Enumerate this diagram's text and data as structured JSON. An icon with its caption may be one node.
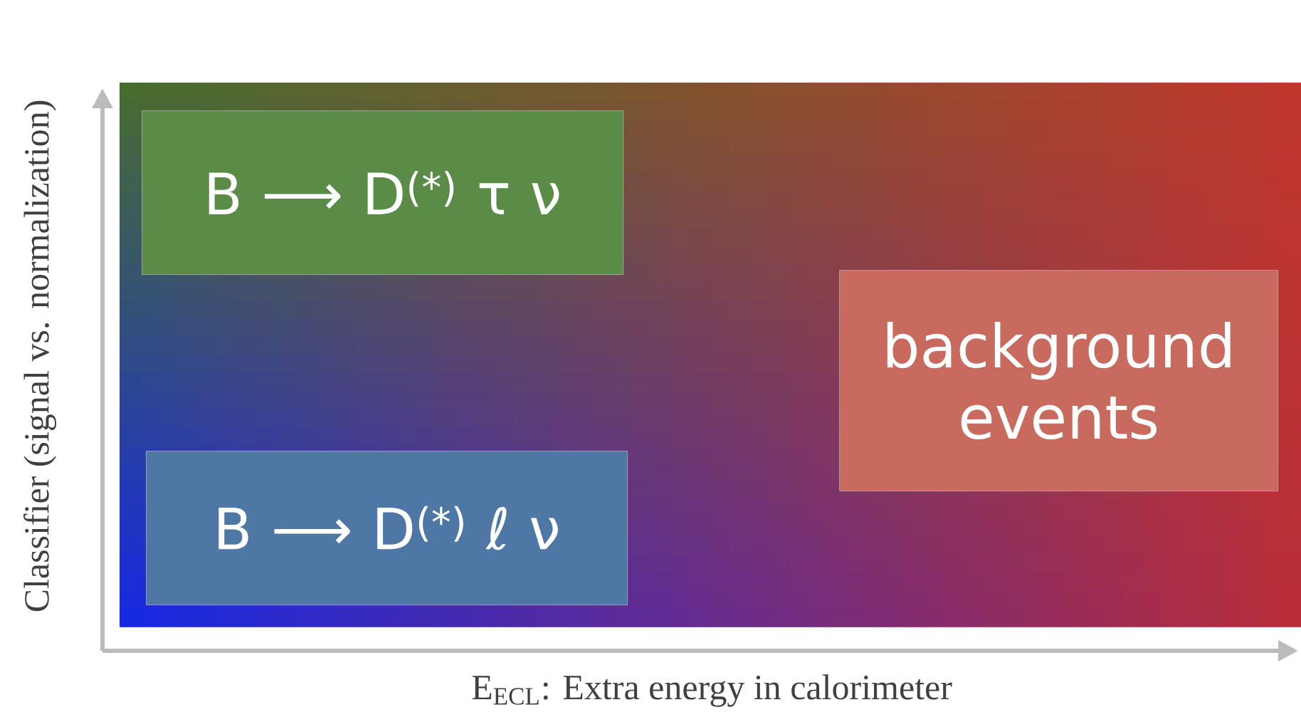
{
  "diagram": {
    "nodes": [
      {
        "text": [],
        "shape": "box"
      },
      {
        "text": [
          "B ⟶ D$^{(*)}$ τ ν"
        ],
        "in": 0
      },
      {
        "text": [
          "B ⟶ D$^{(*)}$ ℓ ν"
        ],
        "in": 0
      },
      {
        "text": [
          "background events"
        ],
        "in": 0
      }
    ],
    "labels": [
      "Classifier (signal vs. normalization)",
      "E$_{ECL}$: Extra energy in calorimeter"
    ]
  }
}
